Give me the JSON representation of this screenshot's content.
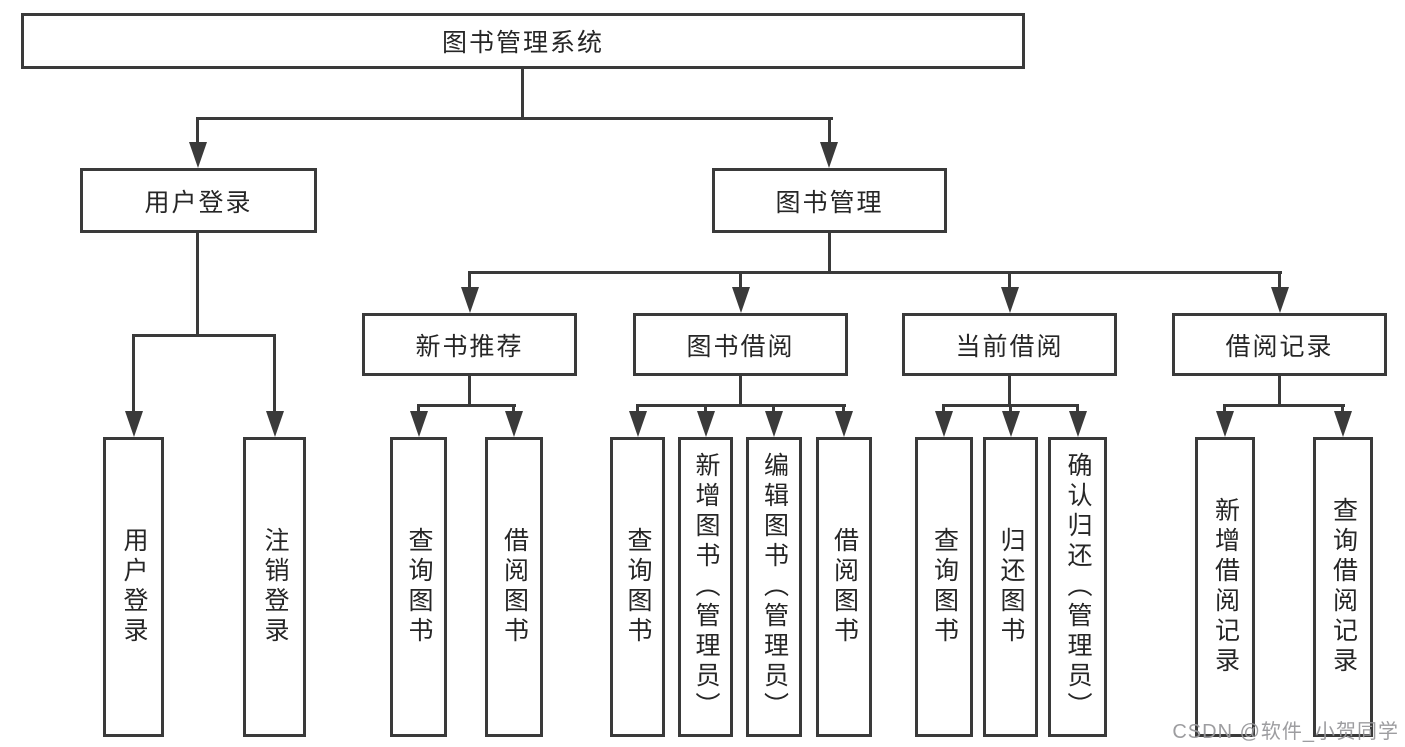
{
  "tree": {
    "root": {
      "label": "图书管理系统"
    },
    "children": [
      {
        "label": "用户登录",
        "children": [
          {
            "label": "用户登录"
          },
          {
            "label": "注销登录"
          }
        ]
      },
      {
        "label": "图书管理",
        "children": [
          {
            "label": "新书推荐",
            "children": [
              {
                "label": "查询图书"
              },
              {
                "label": "借阅图书"
              }
            ]
          },
          {
            "label": "图书借阅",
            "children": [
              {
                "label": "查询图书"
              },
              {
                "label": "新增图书（管理员）"
              },
              {
                "label": "编辑图书（管理员）"
              },
              {
                "label": "借阅图书"
              }
            ]
          },
          {
            "label": "当前借阅",
            "children": [
              {
                "label": "查询图书"
              },
              {
                "label": "归还图书"
              },
              {
                "label": "确认归还（管理员）"
              }
            ]
          },
          {
            "label": "借阅记录",
            "children": [
              {
                "label": "新增借阅记录"
              },
              {
                "label": "查询借阅记录"
              }
            ]
          }
        ]
      }
    ]
  },
  "watermark": {
    "text": "CSDN @软件_小贺同学"
  },
  "colors": {
    "line": "#3a3a3a",
    "text": "#262626",
    "background": "#ffffff",
    "watermark": "#98989b"
  }
}
